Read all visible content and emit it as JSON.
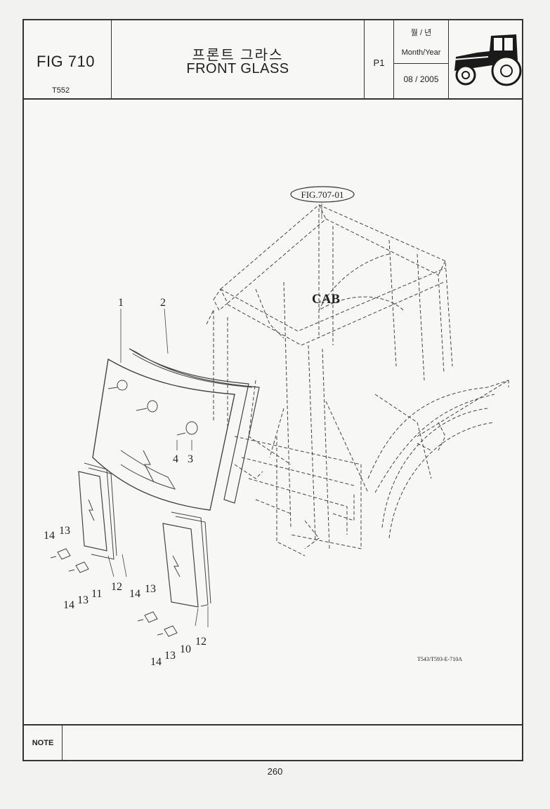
{
  "header": {
    "figure": "FIG 710",
    "model": "T552",
    "title_ko": "프론트 그라스",
    "title_en": "FRONT GLASS",
    "page_code": "P1",
    "date_label_ko": "월 / 년",
    "date_label_en": "Month/Year",
    "date_value": "08 / 2005",
    "logo_icon": "tractor-icon"
  },
  "diagram": {
    "ref_label": "FIG.707-01",
    "cab_label": "CAB",
    "drawing_code": "T543/T593-E-710A",
    "callouts": [
      "1",
      "2",
      "3",
      "4",
      "10",
      "11",
      "12",
      "12",
      "13",
      "13",
      "13",
      "13",
      "14",
      "14",
      "14",
      "14"
    ]
  },
  "footer": {
    "note_label": "NOTE",
    "page_number": "260"
  }
}
